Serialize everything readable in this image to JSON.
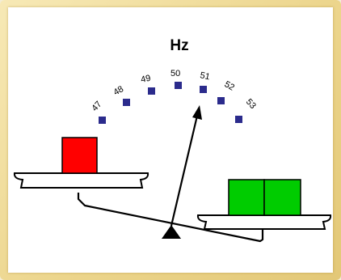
{
  "unit_label": "Hz",
  "scale": {
    "ticks": [
      "47",
      "48",
      "49",
      "50",
      "51",
      "52",
      "53"
    ],
    "marker_color": "#2b2b8c",
    "pointer_value": "51"
  },
  "colors": {
    "left_weight": "#ff0000",
    "right_weight": "#00cc00",
    "outline": "#000000",
    "background": "#ffffff",
    "frame": "#ecd58c"
  },
  "left_pan": {
    "weights": 1
  },
  "right_pan": {
    "weights": 2
  }
}
